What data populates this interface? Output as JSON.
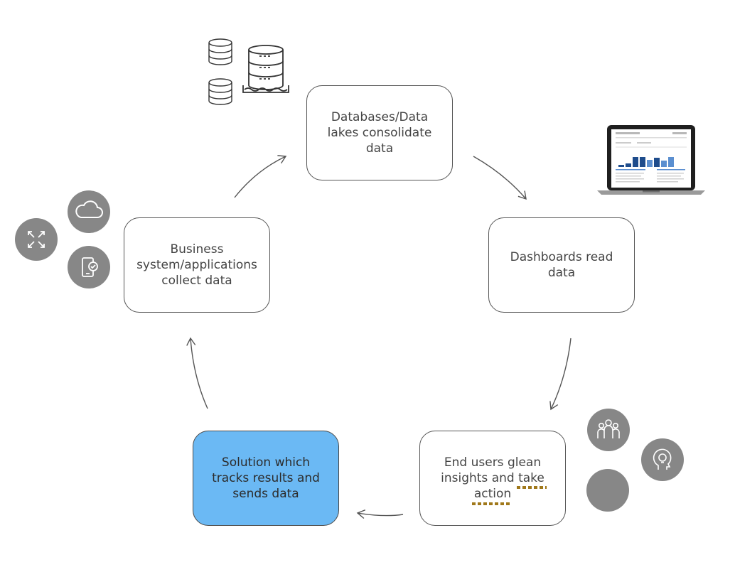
{
  "boxes": {
    "databases": "Databases/Data\nlakes consolidate\ndata",
    "dashboards": "Dashboards read\ndata",
    "end_users": "End users glean\ninsights and take\naction",
    "solution": "Solution which\ntracks results and\nsends data",
    "business": "Business\nsystem/applications\ncollect data"
  },
  "colors": {
    "highlight_fill": "#6bb9f4",
    "icon_circle": "#878787",
    "box_border": "#555555",
    "text": "#444444",
    "squiggle": "#a0781a",
    "laptop_bar_dark": "#1e4c8c",
    "laptop_bar_light": "#5b8fd0"
  },
  "icons": {
    "cloud": "cloud-icon",
    "expand": "expand-icon",
    "device": "mobile-device-icon",
    "people": "people-group-icon",
    "head": "head-lightbulb-icon",
    "databases": "database-stack-icon",
    "data_lake": "data-lake-icon",
    "laptop": "laptop-dashboard-icon"
  }
}
